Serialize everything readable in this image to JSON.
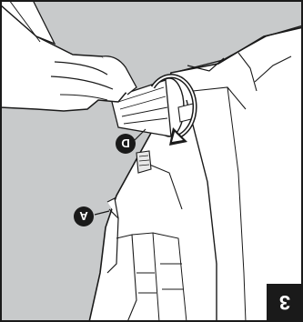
{
  "figure": {
    "callouts": [
      {
        "id": "callout-a",
        "letter": "A"
      },
      {
        "id": "callout-d",
        "letter": "D"
      }
    ],
    "step_number": "3",
    "icons": [
      "hand-icon",
      "rotate-arrow-icon",
      "knob-icon"
    ],
    "colors": {
      "background": "#c8cacb",
      "frame": "#1a1a1a",
      "body": "#ffffff",
      "callout": "#1a1a1a",
      "step_box": "#1a1a1a"
    }
  }
}
